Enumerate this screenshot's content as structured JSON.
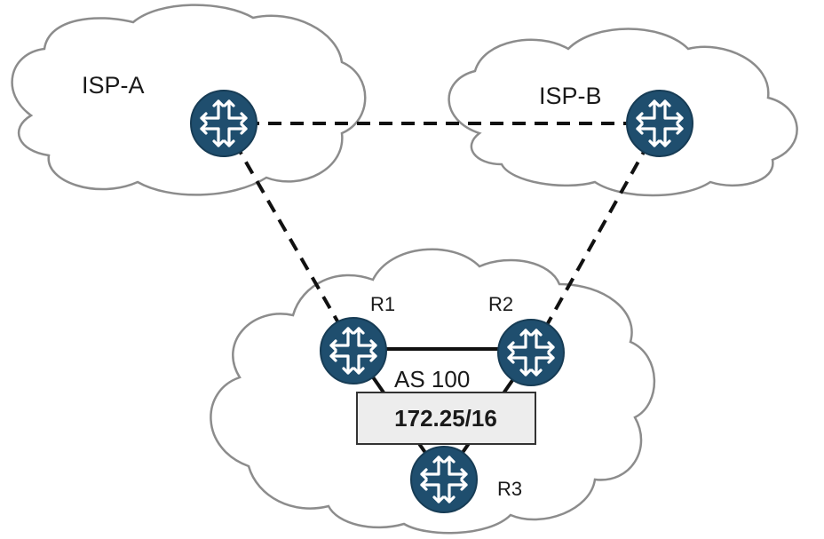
{
  "clouds": {
    "isp_a": {
      "label": "ISP-A"
    },
    "isp_b": {
      "label": "ISP-B"
    },
    "as100": {
      "label": "AS 100",
      "prefix": "172.25/16"
    }
  },
  "routers": {
    "isp_a": {
      "icon": "router-icon"
    },
    "isp_b": {
      "icon": "router-icon"
    },
    "r1": {
      "label": "R1",
      "icon": "router-icon"
    },
    "r2": {
      "label": "R2",
      "icon": "router-icon"
    },
    "r3": {
      "label": "R3",
      "icon": "router-icon"
    }
  },
  "links": [
    {
      "from": "ISP-A",
      "to": "ISP-B",
      "style": "dashed"
    },
    {
      "from": "ISP-A",
      "to": "R1",
      "style": "dashed"
    },
    {
      "from": "ISP-B",
      "to": "R2",
      "style": "dashed"
    },
    {
      "from": "R1",
      "to": "R2",
      "style": "solid"
    },
    {
      "from": "R1",
      "to": "R3",
      "style": "solid"
    },
    {
      "from": "R2",
      "to": "R3",
      "style": "solid"
    }
  ],
  "colors": {
    "router": "#1f4e6e",
    "cloud_outline": "#8c8c8c",
    "prefix_box": "#ededed"
  }
}
